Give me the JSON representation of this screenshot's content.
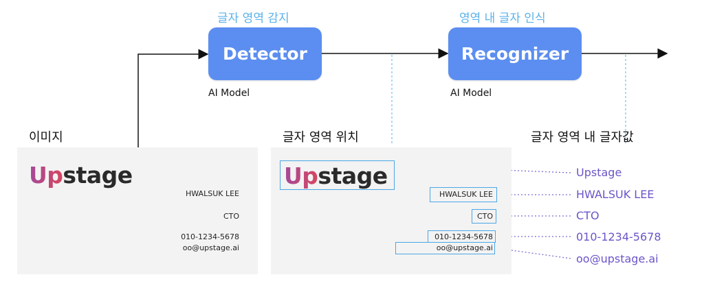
{
  "pipeline": {
    "detector": {
      "label": "Detector",
      "caption": "글자 영역 감지",
      "model": "AI Model"
    },
    "recognizer": {
      "label": "Recognizer",
      "caption": "영역 내 글자 인식",
      "model": "AI Model"
    }
  },
  "sections": {
    "input": "이미지",
    "detection": "글자 영역 위치",
    "recognition": "글자 영역 내 글자값"
  },
  "card": {
    "logo_up": "Up",
    "logo_rest": "stage",
    "name": "HWALSUK LEE",
    "title": "CTO",
    "phone": "010-1234-5678",
    "email": "oo@upstage.ai"
  },
  "results": [
    "Upstage",
    "HWALSUK LEE",
    "CTO",
    "010-1234-5678",
    "oo@upstage.ai"
  ],
  "colors": {
    "module": "#5b8ef0",
    "caption": "#5ab2ea",
    "bbox": "#49a6e6",
    "result_text": "#6a55c8",
    "result_arrow": "#7b6bd0"
  }
}
